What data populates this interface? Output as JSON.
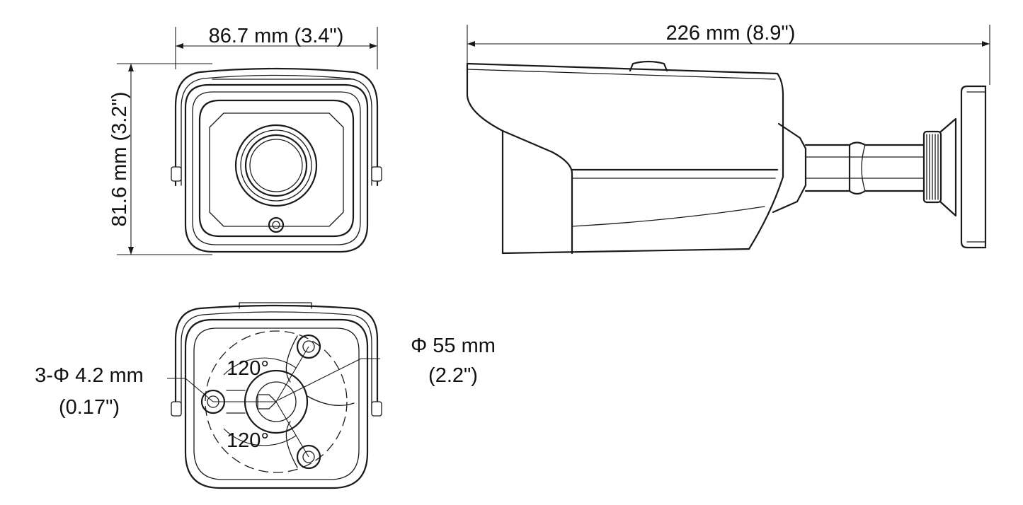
{
  "labels": {
    "front_width": "86.7 mm (3.4\")",
    "front_height": "81.6 mm (3.2\")",
    "side_length": "226 mm (8.9\")",
    "angle_top": "120°",
    "angle_bottom": "120°",
    "hole_spec_line1": "3-Φ 4.2 mm",
    "hole_spec_line2": "(0.17\")",
    "circle_spec_line1": "Φ 55 mm",
    "circle_spec_line2": "(2.2\")"
  }
}
